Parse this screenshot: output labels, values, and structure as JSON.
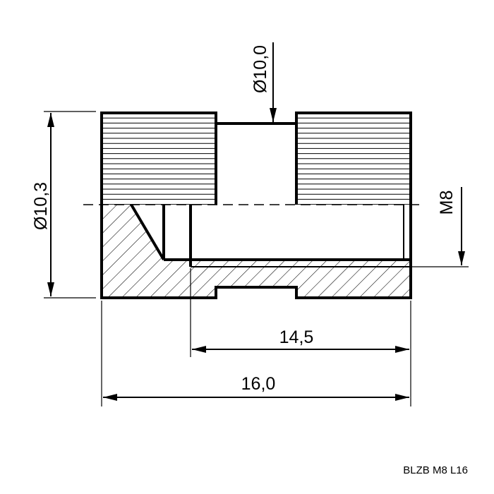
{
  "dimensions": {
    "inner_diameter_label": "Ø10,0",
    "outer_diameter_label": "Ø10,3",
    "thread_label": "M8",
    "thread_length_label": "14,5",
    "total_length_label": "16,0"
  },
  "part_code": "BLZB M8 L16"
}
